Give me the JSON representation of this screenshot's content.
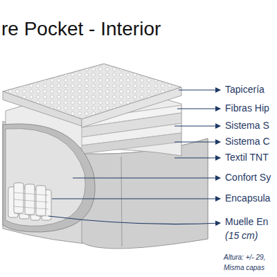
{
  "diagram": {
    "title": "re Pocket - Interior",
    "labels": [
      "Tapicería",
      "Fibras Hip",
      "Sistema S",
      "Sistema C",
      "Textil TNT",
      "Confort Sy",
      "Encapsula",
      "Muelle En",
      "(15 cm)",
      "Altura: +/- 29,",
      "Misma capas"
    ]
  }
}
